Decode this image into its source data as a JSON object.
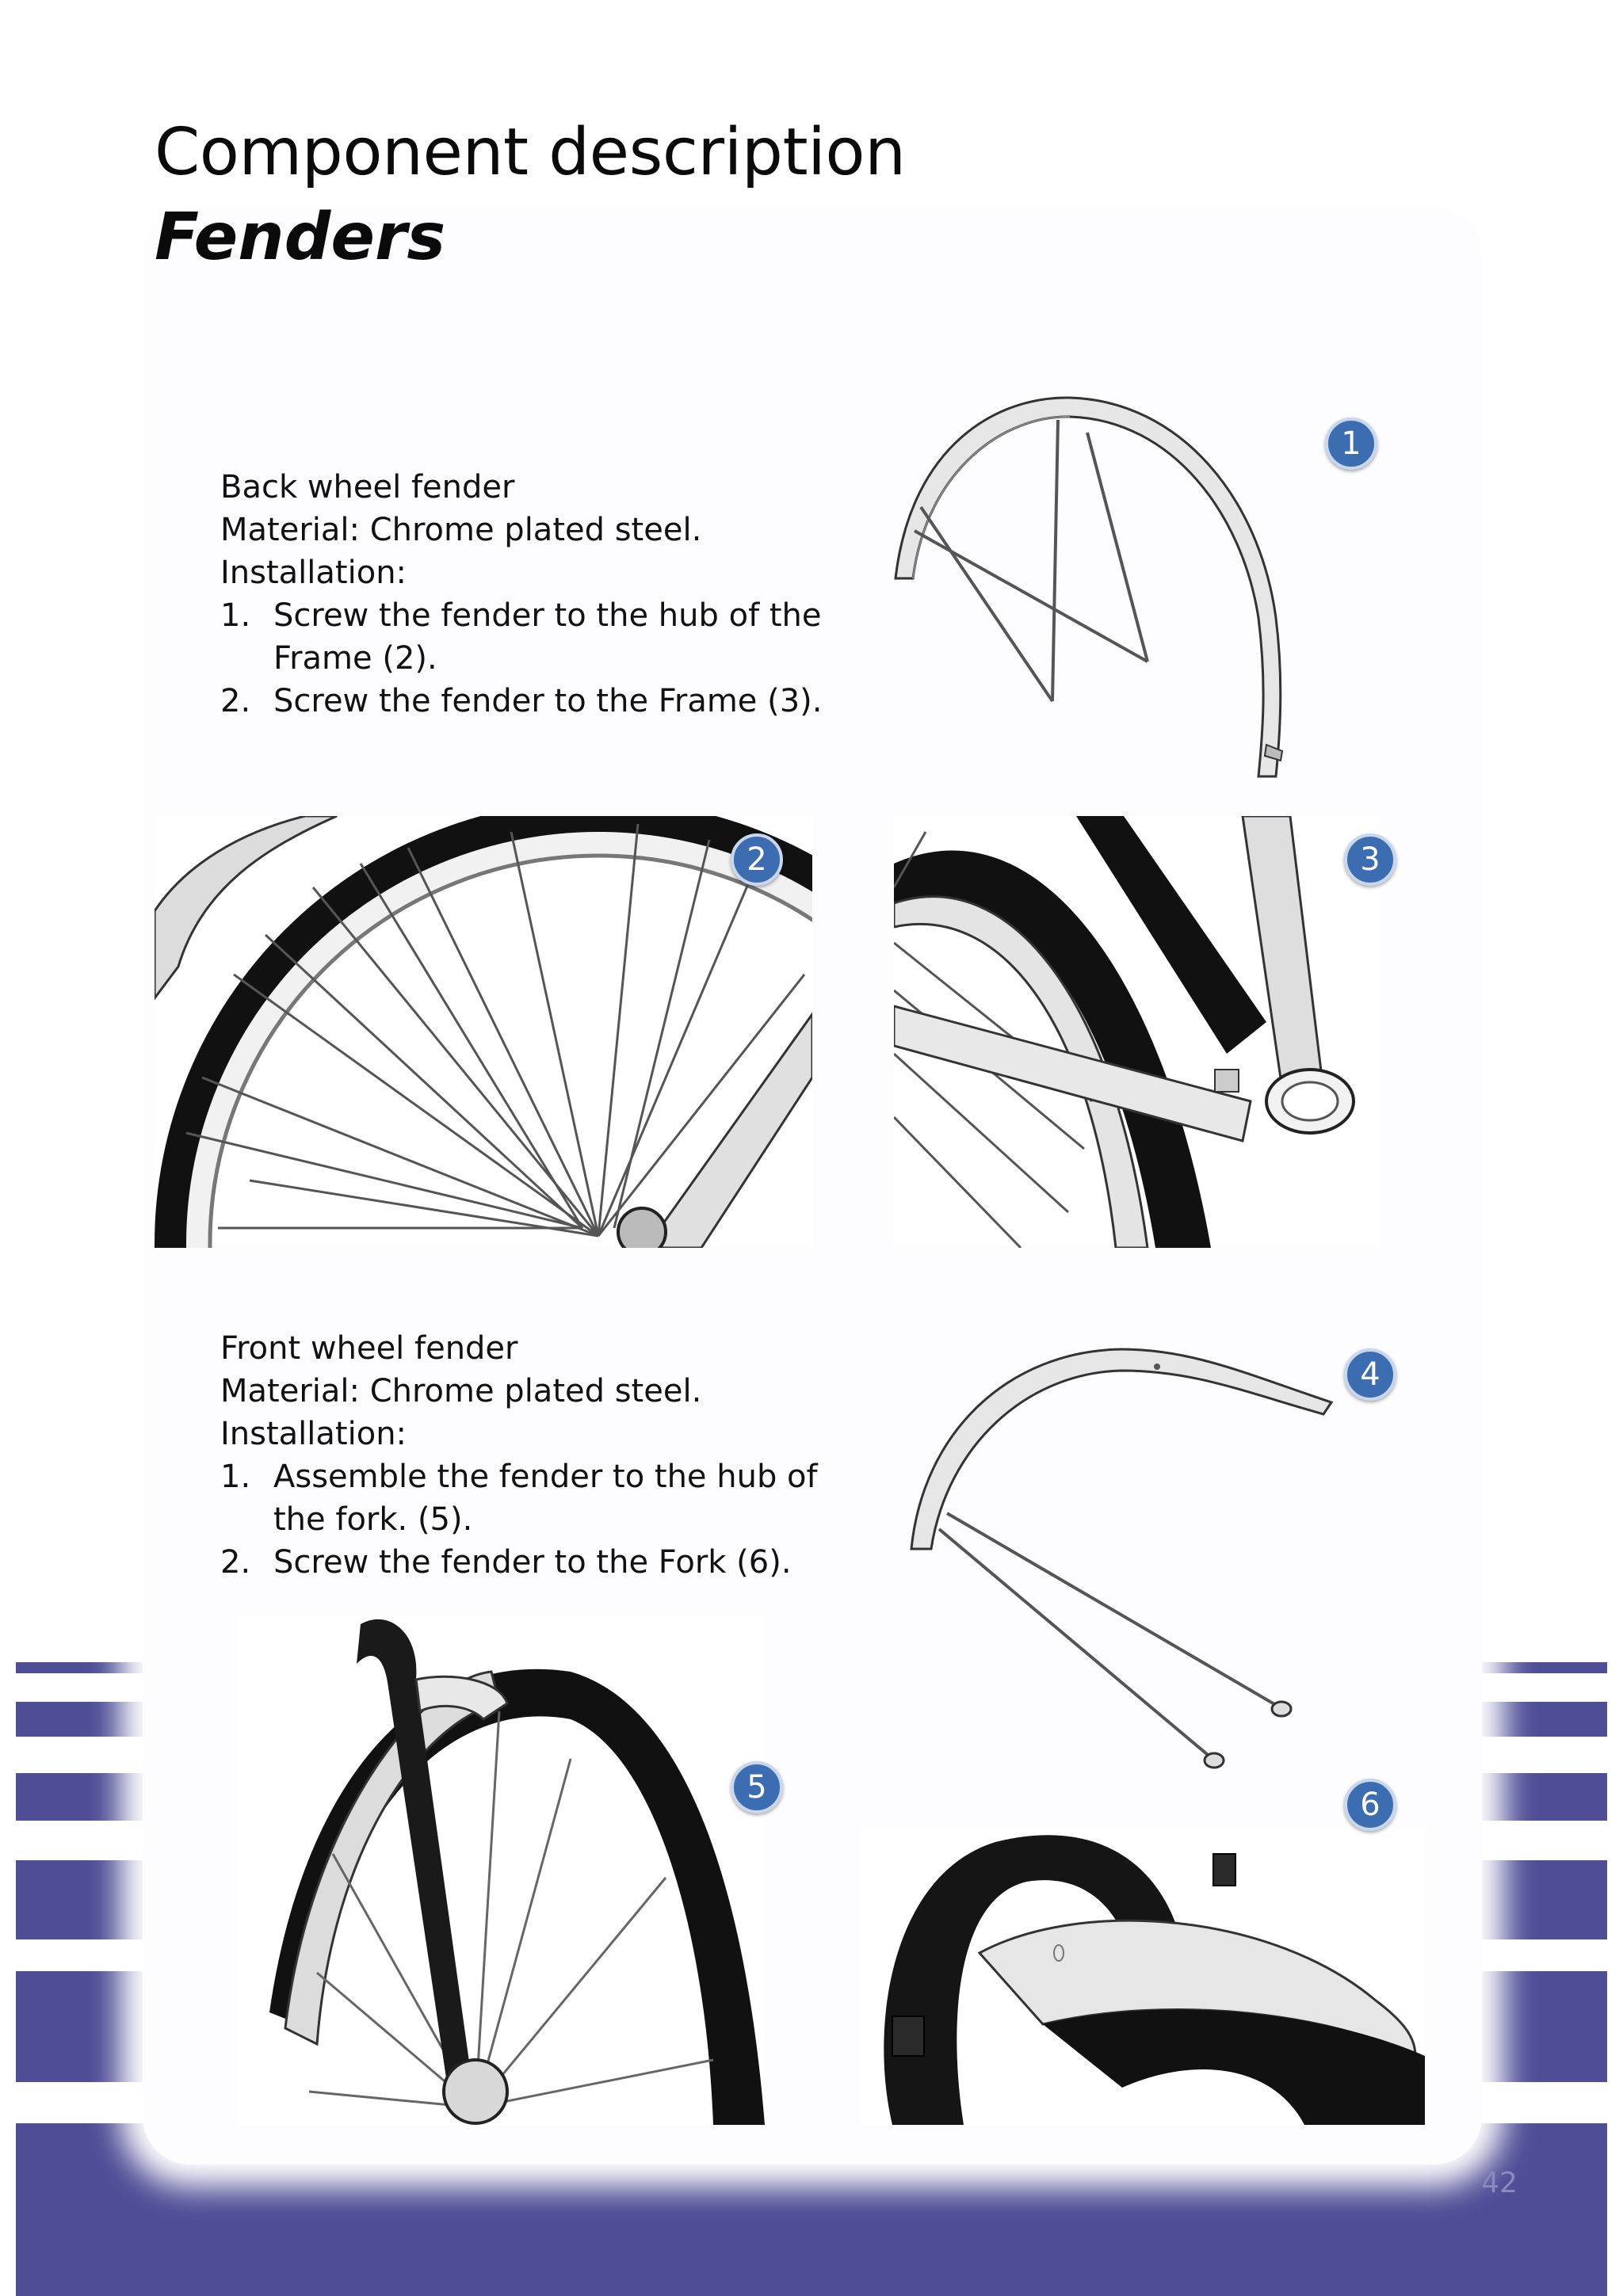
{
  "page": {
    "title": "Component description",
    "subtitle": "Fenders",
    "page_number": "42"
  },
  "back_fender": {
    "heading": "Back wheel fender",
    "material": "Material: Chrome plated steel.",
    "installation_label": "Installation:",
    "steps": [
      {
        "num": "1.",
        "line1": "Screw the fender to the hub of the",
        "line2": "Frame (2)."
      },
      {
        "num": "2.",
        "line1": "Screw the fender to the Frame (3).",
        "line2": ""
      }
    ]
  },
  "front_fender": {
    "heading": "Front wheel fender",
    "material": "Material: Chrome plated steel.",
    "installation_label": "Installation:",
    "steps": [
      {
        "num": "1.",
        "line1": "Assemble the fender to the hub of",
        "line2": "the fork. (5)."
      },
      {
        "num": "2.",
        "line1": "Screw the fender to the Fork (6).",
        "line2": ""
      }
    ]
  },
  "badges": [
    "1",
    "2",
    "3",
    "4",
    "5",
    "6"
  ],
  "colors": {
    "band": "#4e4d96",
    "badge": "#3c6db0",
    "text": "#111111"
  }
}
